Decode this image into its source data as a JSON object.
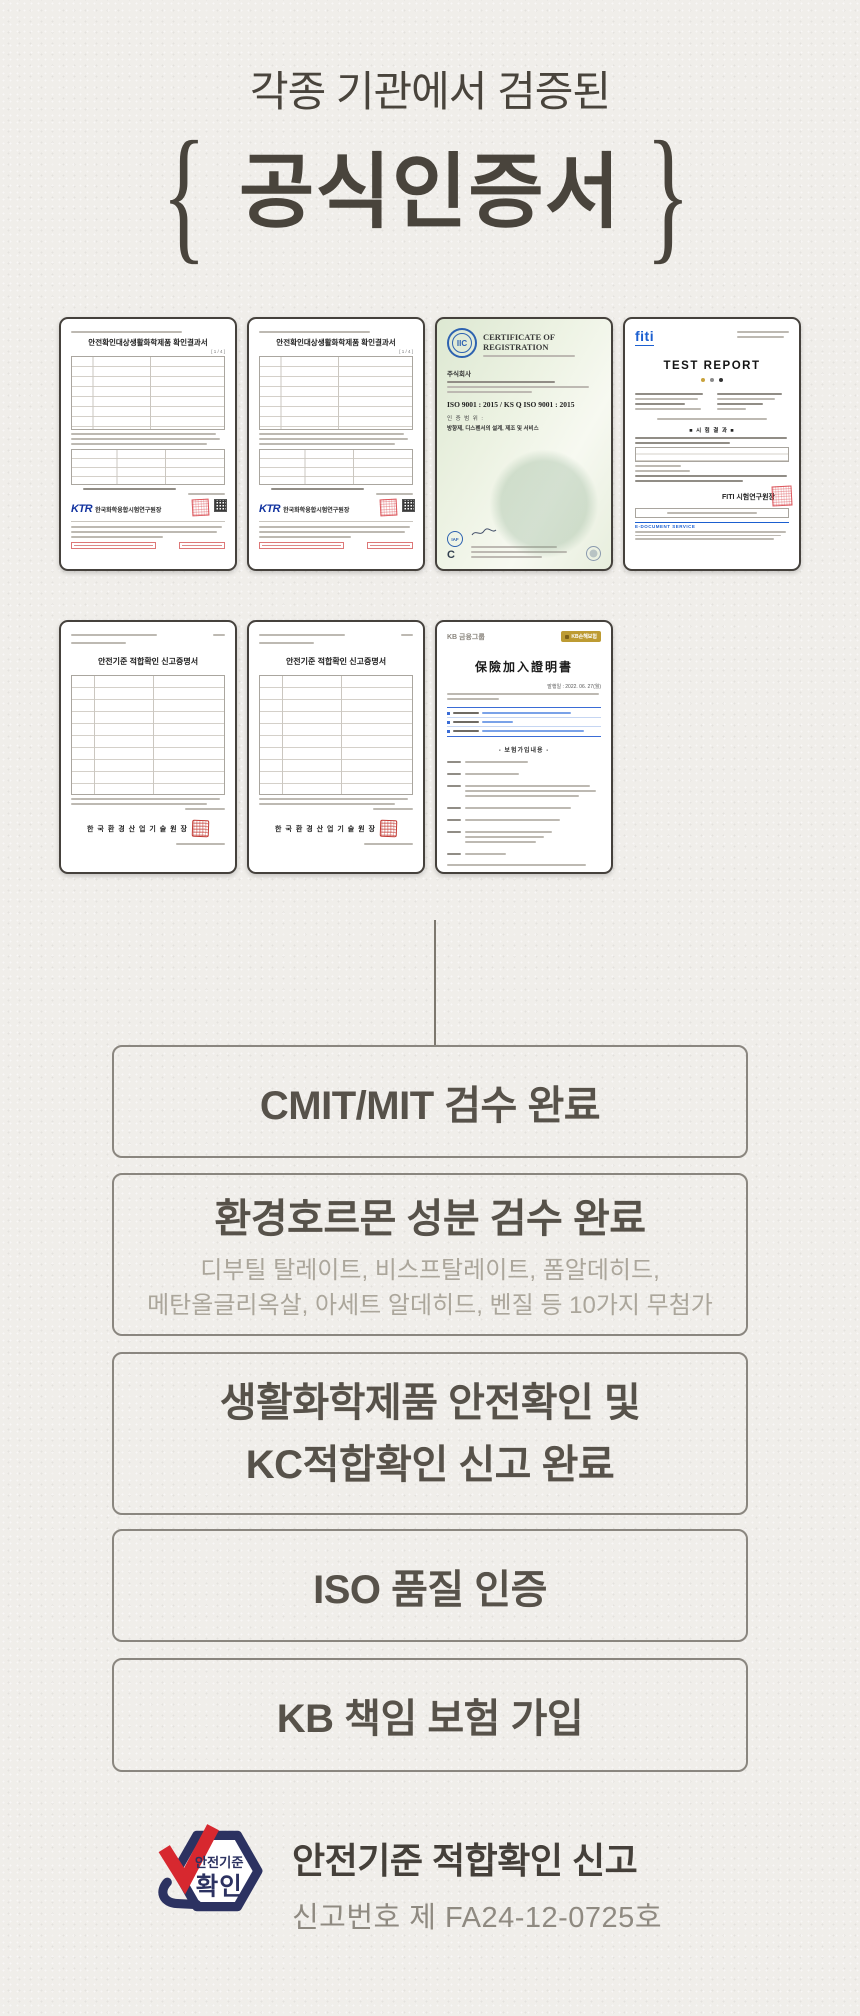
{
  "header": {
    "subtitle": "각종 기관에서 검증된",
    "title": "공식인증서",
    "brace_left": "{",
    "brace_right": "}"
  },
  "certs": {
    "ktr1": {
      "title": "안전확인대상생활화학제품 확인결과서",
      "page": "[ 1 / 4 ]",
      "logo": "KTR",
      "org": "한국화학융합시험연구원장"
    },
    "ktr2": {
      "title": "안전확인대상생활화학제품 확인결과서",
      "page": "[ 1 / 4 ]",
      "logo": "KTR",
      "org": "한국화학융합시험연구원장"
    },
    "iso": {
      "logo": "IIC",
      "title": "CERTIFICATE OF REGISTRATION",
      "company": "주식회사",
      "standard": "ISO 9001 : 2015 / KS Q ISO 9001 : 2015",
      "scope_label": "인 증 범 위 :",
      "scope": "방향제, 디스펜서의 설계, 제조 및 서비스",
      "iaf": "IAF",
      "c_mark": "C"
    },
    "fiti": {
      "logo": "fiti",
      "title": "TEST REPORT",
      "results_header": "■  시 험 결 과  ■",
      "stamp_org": "FITI 시험연구원장",
      "edoc": "E-DOCUMENT SERVICE"
    },
    "kc1": {
      "title": "안전기준 적합확인 신고증명서",
      "org": "한 국 환 경 산 업 기 술 원 장"
    },
    "kc2": {
      "title": "안전기준 적합확인 신고증명서",
      "org": "한 국 환 경 산 업 기 술 원 장"
    },
    "kb": {
      "group": "KB 금융그룹",
      "badge": "KB손해보험",
      "title": "保險加入證明書",
      "issued": "발행일 : 2022. 06. 27(월)",
      "section": "- 보험가입내용 -"
    }
  },
  "benefits": {
    "box1": {
      "title": "CMIT/MIT 검수 완료"
    },
    "box2": {
      "title": "환경호르몬 성분 검수 완료",
      "sub1": "디부틸 탈레이트, 비스프탈레이트, 폼알데히드,",
      "sub2": "메탄올글리옥살, 아세트 알데히드, 벤질 등 10가지 무첨가"
    },
    "box3": {
      "line1": "생활화학제품 안전확인 및",
      "line2": "KC적합확인 신고 완료"
    },
    "box4": {
      "title": "ISO 품질 인증"
    },
    "box5": {
      "title": "KB 책임 보험 가입"
    }
  },
  "footer": {
    "mark_top": "안전기준",
    "mark_bottom": "확인",
    "title": "안전기준 적합확인 신고",
    "number": "신고번호 제 FA24-12-0725호"
  },
  "colors": {
    "page_bg": "#f0eeea",
    "text_dark": "#49443c",
    "box_border": "#8a867f",
    "sub_text": "#aba69b",
    "mark_navy": "#2c3261",
    "mark_red": "#d7282f",
    "ktr_blue": "#1334a0",
    "fiti_blue": "#1b5fd0",
    "kb_gold": "#bd9b33",
    "iso_green": "#e7eedd"
  }
}
